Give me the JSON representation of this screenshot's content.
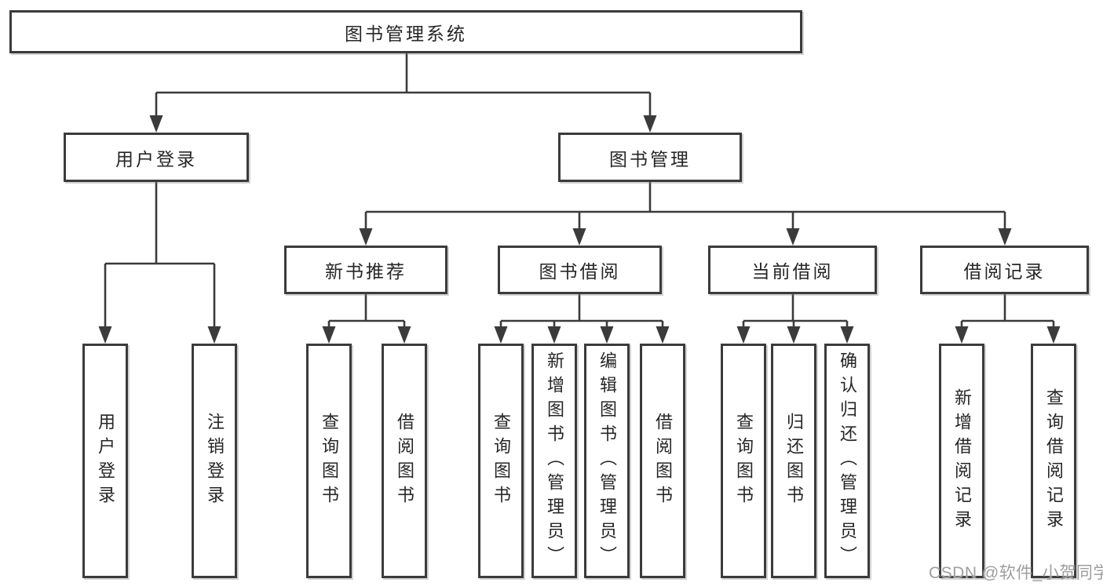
{
  "tree": {
    "root": {
      "label": "图书管理系统"
    },
    "branches": [
      {
        "label": "用户登录",
        "children": [
          {
            "label": "用户登录"
          },
          {
            "label": "注销登录"
          }
        ]
      },
      {
        "label": "图书管理",
        "children": [
          {
            "label": "新书推荐",
            "children": [
              {
                "label": "查询图书"
              },
              {
                "label": "借阅图书"
              }
            ]
          },
          {
            "label": "图书借阅",
            "children": [
              {
                "label": "查询图书"
              },
              {
                "label": "新增图书（管理员）"
              },
              {
                "label": "编辑图书（管理员）"
              },
              {
                "label": "借阅图书"
              }
            ]
          },
          {
            "label": "当前借阅",
            "children": [
              {
                "label": "查询图书"
              },
              {
                "label": "归还图书"
              },
              {
                "label": "确认归还（管理员）"
              }
            ]
          },
          {
            "label": "借阅记录",
            "children": [
              {
                "label": "新增借阅记录"
              },
              {
                "label": "查询借阅记录"
              }
            ]
          }
        ]
      }
    ]
  },
  "watermark": {
    "text": "CSDN @软件_小贺同学"
  },
  "colors": {
    "line": "#3b3b3b",
    "border": "#3b3b3b",
    "text": "#262626",
    "watermark": "#9e9e9e",
    "background": "#ffffff"
  }
}
